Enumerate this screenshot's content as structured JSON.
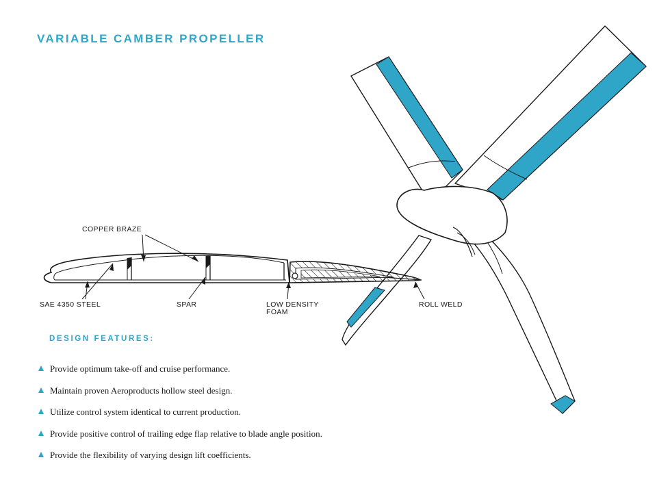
{
  "title": "VARIABLE CAMBER PROPELLER",
  "labels": {
    "copper_braze": "COPPER BRAZE",
    "sae_steel": "SAE 4350 STEEL",
    "spar": "SPAR",
    "foam": "LOW DENSITY\nFOAM",
    "roll_weld": "ROLL WELD"
  },
  "features_heading": "DESIGN FEATURES:",
  "features": [
    "Provide optimum take-off and cruise performance.",
    "Maintain proven Aeroproducts hollow steel design.",
    "Utilize control system identical to current production.",
    "Provide positive control of trailing edge flap relative to blade angle position.",
    "Provide the flexibility of varying design lift coefficients."
  ],
  "colors": {
    "accent": "#2fa6c8",
    "ink": "#1a1a1a"
  },
  "icons": [
    "triangle-bullet-icon"
  ]
}
